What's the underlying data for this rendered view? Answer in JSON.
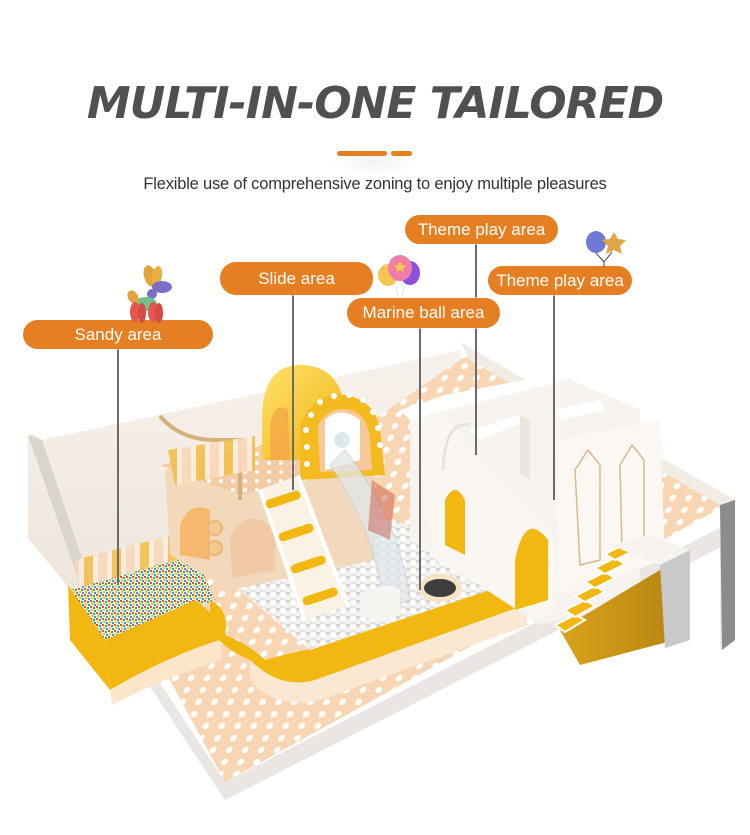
{
  "header": {
    "title": "MULTI-IN-ONE TAILORED",
    "subtitle": "Flexible use of comprehensive zoning to enjoy multiple pleasures",
    "accent_color": "#e67e22"
  },
  "labels": [
    {
      "id": "sandy",
      "text": "Sandy area",
      "icon": "balloon-dog-icon"
    },
    {
      "id": "slide",
      "text": "Slide area",
      "icon": null
    },
    {
      "id": "marine",
      "text": "Marine ball area",
      "icon": "balloon-bunch-icon"
    },
    {
      "id": "theme1",
      "text": "Theme play area",
      "icon": null
    },
    {
      "id": "theme2",
      "text": "Theme play area",
      "icon": "balloon-star-icon"
    }
  ],
  "colors": {
    "label_bg": "#e67e22",
    "label_text": "#ffffff",
    "leader_line": "#6b6b6b",
    "title_text": "#505050",
    "floor": "#f9d9b8",
    "floor_dots": "#ffffff",
    "accent_yellow": "#f2b811",
    "wall": "#f4ede6"
  }
}
